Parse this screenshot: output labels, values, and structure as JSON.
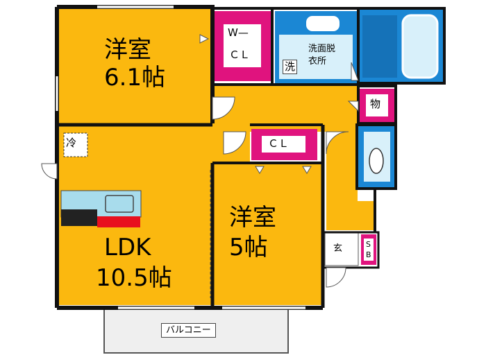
{
  "rooms": {
    "western1": {
      "name": "洋室",
      "size": "6.1帖"
    },
    "western2": {
      "name": "洋室",
      "size": "5帖"
    },
    "ldk": {
      "name": "LDK",
      "size": "10.5帖"
    },
    "wcl": {
      "line1": "W—",
      "line2": "ＣＬ"
    },
    "cl": {
      "label": "ＣＬ"
    },
    "washroom": {
      "line1": "洗面脱",
      "line2": "衣所"
    },
    "washer": {
      "label": "洗"
    },
    "storage": {
      "label": "物"
    },
    "entrance": {
      "label": "玄"
    },
    "shoebox": {
      "line1": "S",
      "line2": "B"
    },
    "fridge": {
      "label": "冷"
    }
  },
  "balcony": {
    "label": "バルコニー"
  },
  "colors": {
    "room": "#fbb80f",
    "closet": "#e0137e",
    "wet": "#1b87d4",
    "wall": "#111111",
    "counter": "#a8dcec",
    "stove": "#e8101e",
    "balcony": "#efefef",
    "floor_light": "#d8f0fa"
  }
}
